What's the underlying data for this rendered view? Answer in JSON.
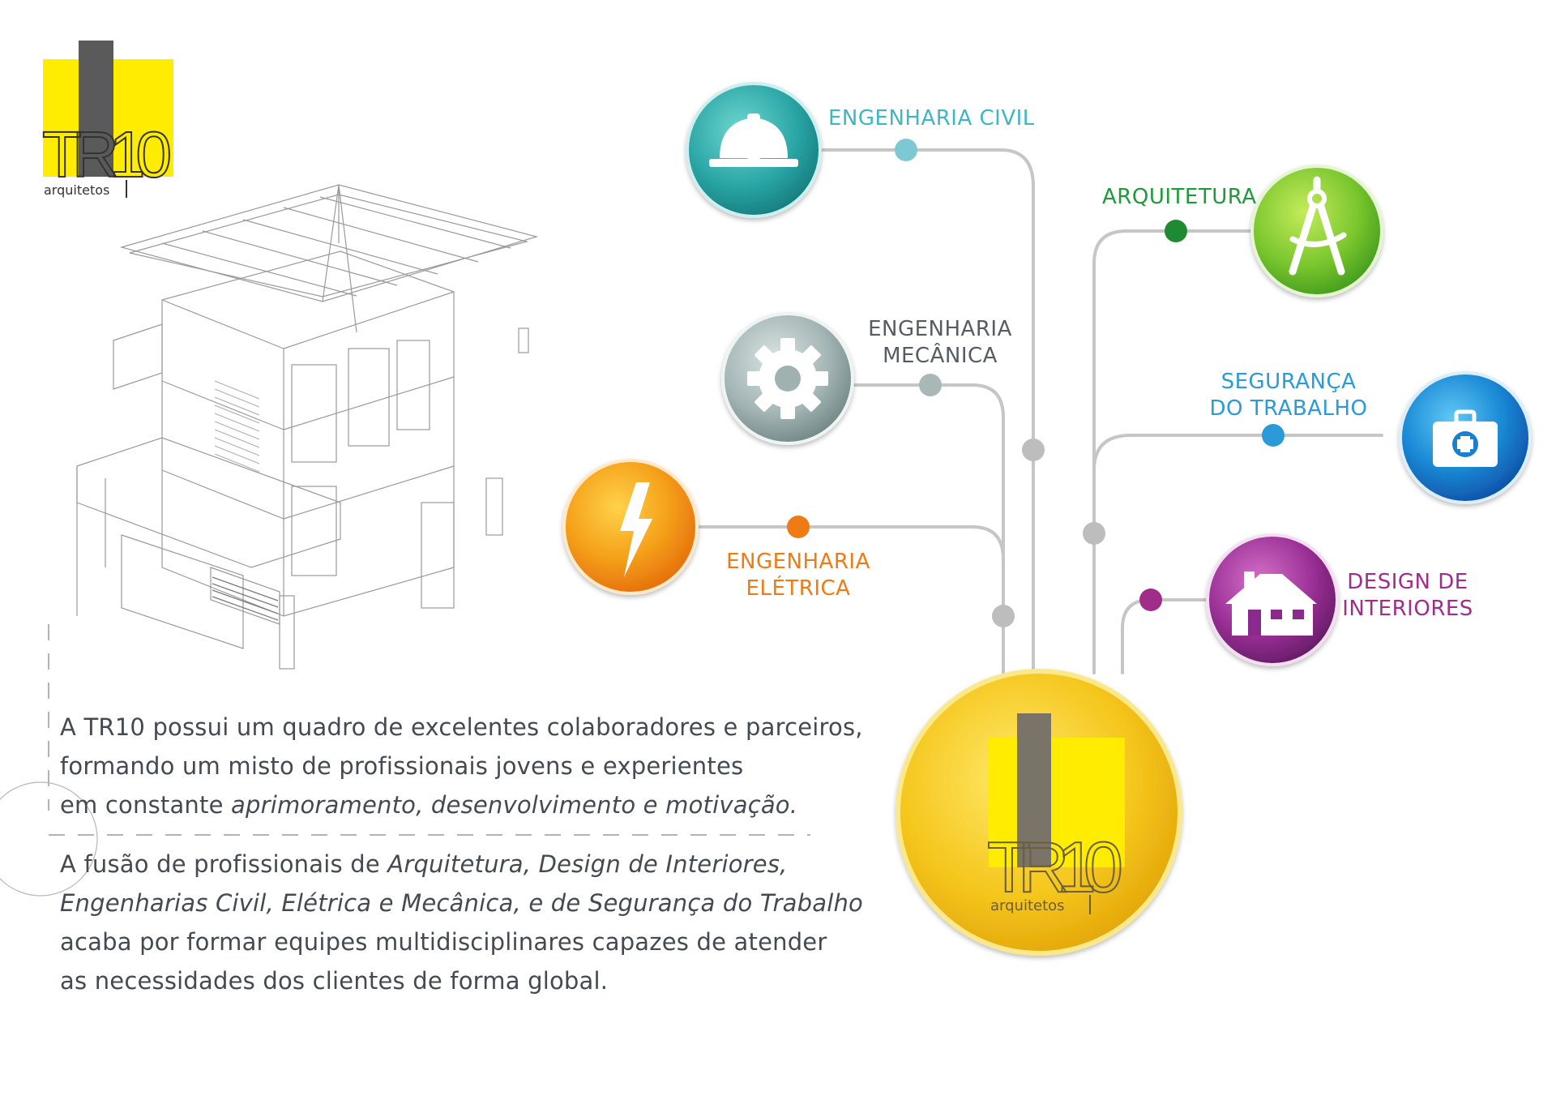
{
  "colors": {
    "civil": "#2aa6a6",
    "civil_label": "#3fb6c4",
    "mecanica": "#8fa3a3",
    "mecanica_label": "#555d63",
    "eletrica": "#f08a10",
    "eletrica_label": "#f07b14",
    "arquitetura": "#6fbf2a",
    "arquitetura_label": "#1e9a3a",
    "seguranca": "#1874c8",
    "seguranca_label": "#2a9ad8",
    "design": "#8a2a8c",
    "design_label": "#a02d8a",
    "hub": "#f2c21a",
    "connector": "#c6c6c6",
    "logo_yellow": "#ffec00",
    "logo_bar": "#5a5a5a",
    "text": "#444a52"
  },
  "logo": {
    "mark": "TR10",
    "sub": "arquitetos"
  },
  "nodes": {
    "civil": {
      "lines": [
        "ENGENHARIA CIVIL"
      ],
      "icon": "hardhat-icon"
    },
    "mecanica": {
      "lines": [
        "ENGENHARIA",
        "MECÂNICA"
      ],
      "icon": "gear-icon"
    },
    "eletrica": {
      "lines": [
        "ENGENHARIA",
        "ELÉTRICA"
      ],
      "icon": "lightning-icon"
    },
    "arquitetura": {
      "lines": [
        "ARQUITETURA"
      ],
      "icon": "compass-icon"
    },
    "seguranca": {
      "lines": [
        "SEGURANÇA",
        "DO TRABALHO"
      ],
      "icon": "first-aid-kit-icon"
    },
    "design": {
      "lines": [
        "DESIGN DE",
        "INTERIORES"
      ],
      "icon": "house-icon"
    }
  },
  "paragraph1": {
    "line1": "A TR10 possui um quadro de excelentes colaboradores e parceiros,",
    "line2": "formando um misto de profissionais jovens e experientes",
    "line3_plain": "em constante ",
    "line3_italic": "aprimoramento, desenvolvimento e motivação."
  },
  "paragraph2": {
    "line1_plain": "A fusão de profissionais de ",
    "line1_italic": "Arquitetura, Design de Interiores,",
    "line2_italic": "Engenharias Civil, Elétrica e Mecânica, e de Segurança do Trabalho",
    "line3": "acaba por formar equipes multidisciplinares capazes de atender",
    "line4": "as necessidades dos clientes de forma global."
  }
}
